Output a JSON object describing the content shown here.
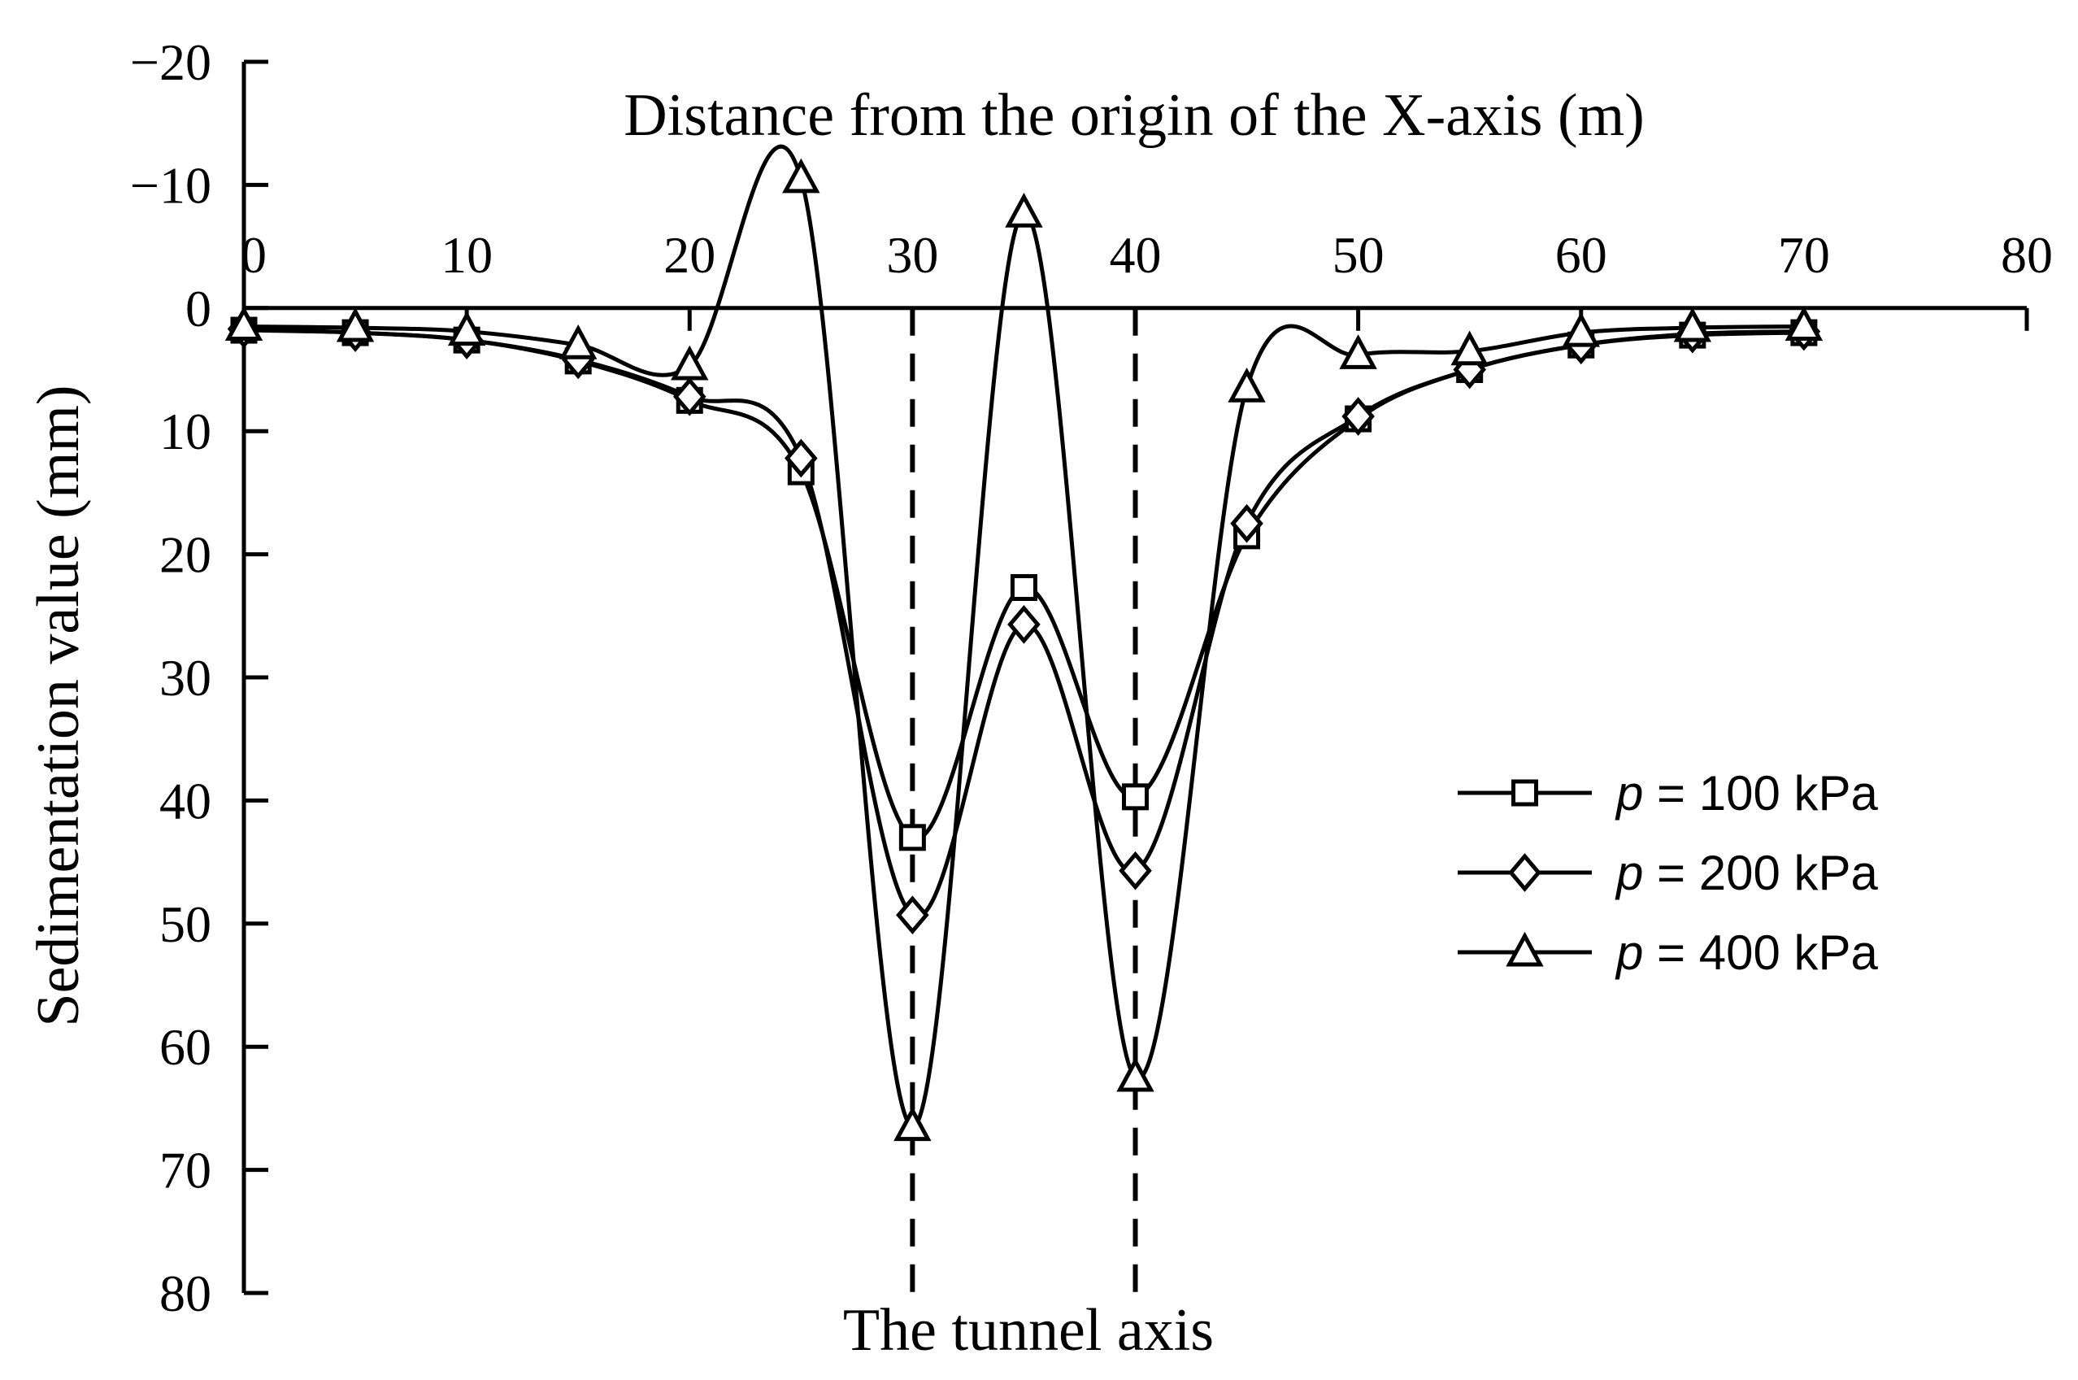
{
  "chart_data": {
    "type": "line",
    "title": "",
    "xlabel": "Distance from the origin of the X-axis (m)",
    "ylabel": "Sedimentation value (mm)",
    "annotation": "The tunnel axis",
    "tunnel_axes_x": [
      30,
      40
    ],
    "xlim": [
      0,
      80
    ],
    "ylim": [
      -20,
      80
    ],
    "y_inverted": true,
    "x_ticks": [
      0,
      10,
      20,
      30,
      40,
      50,
      60,
      70,
      80
    ],
    "y_ticks": [
      -20,
      -10,
      0,
      10,
      20,
      30,
      40,
      50,
      60,
      70,
      80
    ],
    "x_tick_labels": [
      "0",
      "10",
      "20",
      "30",
      "40",
      "50",
      "60",
      "70",
      "80"
    ],
    "y_tick_labels": [
      "−20",
      "−10",
      "0",
      "10",
      "20",
      "30",
      "40",
      "50",
      "60",
      "70",
      "80"
    ],
    "legend_position": "right",
    "grid": false,
    "series": [
      {
        "name": "p = 100 kPa",
        "name_italic": "p",
        "name_rest": " = 100 kPa",
        "marker": "square",
        "x": [
          0,
          5,
          10,
          15,
          20,
          25,
          30,
          35,
          40,
          45,
          50,
          55,
          60,
          65,
          70
        ],
        "values": [
          1.8,
          2.0,
          2.6,
          4.3,
          7.5,
          13.3,
          43.0,
          22.7,
          39.7,
          18.5,
          9.0,
          5.0,
          3.0,
          2.2,
          2.0
        ]
      },
      {
        "name": "p = 200 kPa",
        "name_italic": "p",
        "name_rest": " = 200 kPa",
        "marker": "diamond",
        "x": [
          0,
          5,
          10,
          15,
          20,
          25,
          30,
          35,
          40,
          45,
          50,
          55,
          60,
          65,
          70
        ],
        "values": [
          1.7,
          2.0,
          2.6,
          4.2,
          7.2,
          12.2,
          49.3,
          25.7,
          45.7,
          17.5,
          8.8,
          5.0,
          3.0,
          2.1,
          1.9
        ]
      },
      {
        "name": "p = 400 kPa",
        "name_italic": "p",
        "name_rest": " = 400 kPa",
        "marker": "triangle",
        "x": [
          0,
          5,
          10,
          15,
          20,
          25,
          30,
          35,
          40,
          45,
          50,
          55,
          60,
          65,
          70
        ],
        "values": [
          1.5,
          1.6,
          1.9,
          3.0,
          4.7,
          -10.5,
          66.5,
          -7.7,
          62.5,
          6.5,
          3.8,
          3.5,
          2.0,
          1.6,
          1.5
        ]
      }
    ]
  }
}
